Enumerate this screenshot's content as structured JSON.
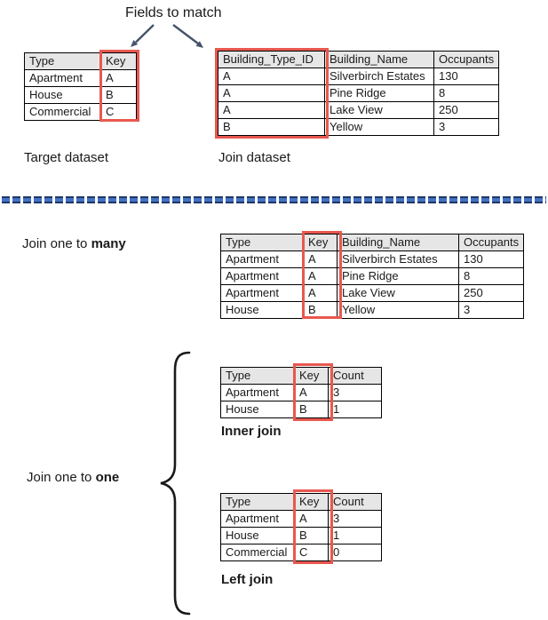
{
  "title": "Fields to match",
  "labels": {
    "target_dataset": "Target dataset",
    "join_dataset": "Join dataset",
    "one_to_many_prefix": "Join one to ",
    "one_to_many_bold": "many",
    "one_to_one_prefix": "Join one to ",
    "one_to_one_bold": "one",
    "inner_join": "Inner join",
    "left_join": "Left join"
  },
  "tables": {
    "target": {
      "headers": [
        "Type",
        "Key"
      ],
      "rows": [
        [
          "Apartment",
          "A"
        ],
        [
          "House",
          "B"
        ],
        [
          "Commercial",
          "C"
        ]
      ],
      "highlighted_column": "Key"
    },
    "join": {
      "headers": [
        "Building_Type_ID",
        "Building_Name",
        "Occupants"
      ],
      "rows": [
        [
          "A",
          "Silverbirch Estates",
          "130"
        ],
        [
          "A",
          "Pine Ridge",
          "8"
        ],
        [
          "A",
          "Lake View",
          "250"
        ],
        [
          "B",
          "Yellow",
          "3"
        ]
      ],
      "highlighted_column": "Building_Type_ID"
    },
    "one_to_many": {
      "headers": [
        "Type",
        "Key",
        "Building_Name",
        "Occupants"
      ],
      "rows": [
        [
          "Apartment",
          "A",
          "Silverbirch Estates",
          "130"
        ],
        [
          "Apartment",
          "A",
          "Pine Ridge",
          "8"
        ],
        [
          "Apartment",
          "A",
          "Lake View",
          "250"
        ],
        [
          "House",
          "B",
          "Yellow",
          "3"
        ]
      ],
      "highlighted_column": "Key"
    },
    "inner": {
      "headers": [
        "Type",
        "Key",
        "Count"
      ],
      "rows": [
        [
          "Apartment",
          "A",
          "3"
        ],
        [
          "House",
          "B",
          "1"
        ]
      ],
      "highlighted_column": "Key"
    },
    "left": {
      "headers": [
        "Type",
        "Key",
        "Count"
      ],
      "rows": [
        [
          "Apartment",
          "A",
          "3"
        ],
        [
          "House",
          "B",
          "1"
        ],
        [
          "Commercial",
          "C",
          "0"
        ]
      ],
      "highlighted_column": "Key"
    }
  },
  "colors": {
    "accent_red": "#E8584F",
    "divider_navy": "#1F3864",
    "divider_blue": "#4472C4",
    "arrow_navy": "#44546A",
    "header_gray": "#E7E6E6"
  }
}
